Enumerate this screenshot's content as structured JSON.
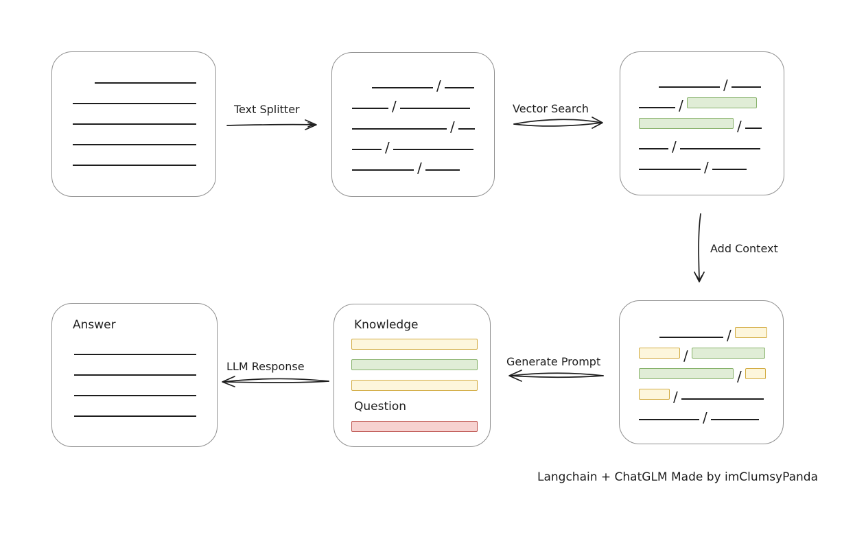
{
  "diagram": {
    "caption": "Langchain + ChatGLM Made by imClumsyPanda",
    "colors": {
      "line": "#1d1d1d",
      "box_border": "#8f8f8f",
      "green_fill": "#e0edd6",
      "green_border": "#86b169",
      "yellow_fill": "#fdf6dc",
      "yellow_border": "#d2ab41",
      "red_fill": "#f7d2d0",
      "red_border": "#bd5550"
    },
    "arrows": {
      "text_splitter": "Text Splitter",
      "vector_search": "Vector Search",
      "add_context": "Add Context",
      "generate_prompt": "Generate Prompt",
      "llm_response": "LLM Response"
    },
    "boxes": {
      "document": {
        "rows": [
          {
            "indent": 32,
            "segs": [
              {
                "t": "line",
                "w": 148
              }
            ]
          },
          {
            "segs": [
              {
                "t": "line",
                "w": 180
              }
            ]
          },
          {
            "segs": [
              {
                "t": "line",
                "w": 180
              }
            ]
          },
          {
            "segs": [
              {
                "t": "line",
                "w": 180
              }
            ]
          },
          {
            "segs": [
              {
                "t": "line",
                "w": 180
              }
            ]
          }
        ]
      },
      "chunks": {
        "rows": [
          {
            "indent": 29,
            "segs": [
              {
                "t": "line",
                "w": 89
              },
              {
                "t": "slash"
              },
              {
                "t": "line",
                "w": 43
              }
            ]
          },
          {
            "segs": [
              {
                "t": "line",
                "w": 53
              },
              {
                "t": "slash"
              },
              {
                "t": "line",
                "w": 102
              }
            ]
          },
          {
            "segs": [
              {
                "t": "line",
                "w": 138
              },
              {
                "t": "slash"
              },
              {
                "t": "line",
                "w": 24
              }
            ]
          },
          {
            "segs": [
              {
                "t": "line",
                "w": 43
              },
              {
                "t": "slash"
              },
              {
                "t": "line",
                "w": 117
              }
            ]
          },
          {
            "segs": [
              {
                "t": "line",
                "w": 90
              },
              {
                "t": "slash"
              },
              {
                "t": "line",
                "w": 50
              }
            ]
          }
        ]
      },
      "matched_chunks": {
        "rows": [
          {
            "indent": 29,
            "segs": [
              {
                "t": "line",
                "w": 89
              },
              {
                "t": "slash"
              },
              {
                "t": "line",
                "w": 43
              }
            ]
          },
          {
            "segs": [
              {
                "t": "line",
                "w": 53
              },
              {
                "t": "slash"
              },
              {
                "t": "bar",
                "c": "green",
                "w": 102
              }
            ]
          },
          {
            "segs": [
              {
                "t": "bar",
                "c": "green",
                "w": 138
              },
              {
                "t": "slash"
              },
              {
                "t": "line",
                "w": 24
              }
            ]
          },
          {
            "segs": [
              {
                "t": "line",
                "w": 43
              },
              {
                "t": "slash"
              },
              {
                "t": "line",
                "w": 117
              }
            ]
          },
          {
            "segs": [
              {
                "t": "line",
                "w": 90
              },
              {
                "t": "slash"
              },
              {
                "t": "line",
                "w": 50
              }
            ]
          }
        ]
      },
      "context_chunks": {
        "rows": [
          {
            "indent": 30,
            "segs": [
              {
                "t": "line",
                "w": 93
              },
              {
                "t": "slash"
              },
              {
                "t": "bar",
                "c": "yellow",
                "w": 47
              }
            ]
          },
          {
            "segs": [
              {
                "t": "bar",
                "c": "yellow",
                "w": 60
              },
              {
                "t": "slash"
              },
              {
                "t": "bar",
                "c": "green",
                "w": 107
              }
            ]
          },
          {
            "segs": [
              {
                "t": "bar",
                "c": "green",
                "w": 138
              },
              {
                "t": "slash"
              },
              {
                "t": "bar",
                "c": "yellow",
                "w": 30
              }
            ]
          },
          {
            "segs": [
              {
                "t": "bar",
                "c": "yellow",
                "w": 45
              },
              {
                "t": "slash"
              },
              {
                "t": "line",
                "w": 120
              }
            ]
          },
          {
            "segs": [
              {
                "t": "line",
                "w": 88
              },
              {
                "t": "slash"
              },
              {
                "t": "line",
                "w": 70
              }
            ]
          }
        ]
      },
      "prompt": {
        "knowledge_label": "Knowledge",
        "question_label": "Question",
        "knowledge_bars": [
          "yellow",
          "green",
          "yellow"
        ],
        "question_bars": [
          "red"
        ]
      },
      "answer": {
        "label": "Answer",
        "rows": [
          {
            "segs": [
              {
                "t": "line",
                "w": 178
              }
            ]
          },
          {
            "segs": [
              {
                "t": "line",
                "w": 178
              }
            ]
          },
          {
            "segs": [
              {
                "t": "line",
                "w": 178
              }
            ]
          },
          {
            "segs": [
              {
                "t": "line",
                "w": 178
              }
            ]
          }
        ]
      }
    }
  }
}
